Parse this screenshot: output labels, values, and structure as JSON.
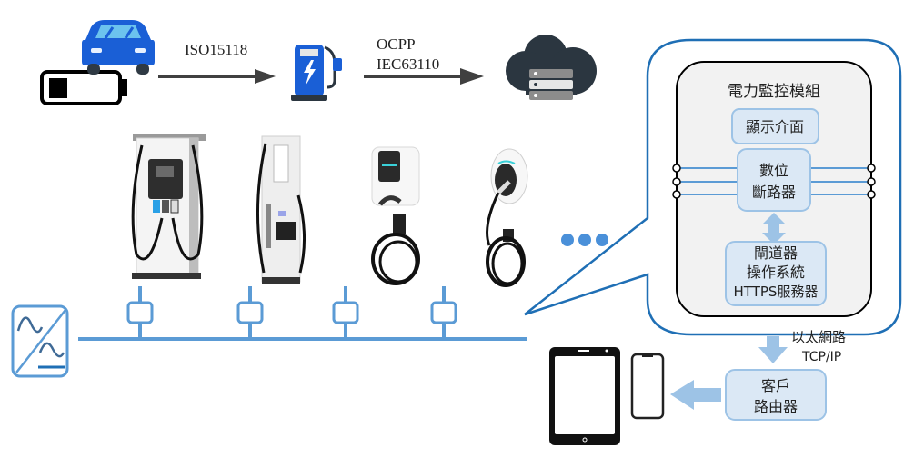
{
  "title": "EV charging power monitoring architecture",
  "protocol_flow": {
    "link1_label": "ISO15118",
    "link2_label_line1": "OCPP",
    "link2_label_line2": "IEC63110",
    "nodes": [
      "electric-vehicle",
      "charging-station",
      "cloud-server"
    ]
  },
  "chargers": [
    {
      "type": "dc-fast-charger-dual"
    },
    {
      "type": "dc-charger-pedestal"
    },
    {
      "type": "ac-wallbox-square"
    },
    {
      "type": "ac-wallbox-oval"
    }
  ],
  "more_indicator": "ellipsis",
  "module": {
    "title": "電力監控模組",
    "display_block": "顯示介面",
    "breaker_line1": "數位",
    "breaker_line2": "斷路器",
    "gateway_line1": "閘道器",
    "gateway_line2": "操作系統",
    "gateway_line3": "HTTPS服務器"
  },
  "network": {
    "label_line1": "以太網路",
    "label_line2": "TCP/IP"
  },
  "router": {
    "line1": "客戶",
    "line2": "路由器"
  },
  "client_devices": [
    "tablet",
    "smartphone"
  ],
  "colors": {
    "bus_blue": "#5b9bd5",
    "callout_blue": "#1f6fb5",
    "block_fill": "#dbe8f5",
    "block_stroke": "#9dc3e6",
    "module_fill": "#f2f2f2",
    "car_blue": "#1a5fd6",
    "arrow_gray": "#404040",
    "cloud_dark": "#2b3640"
  }
}
